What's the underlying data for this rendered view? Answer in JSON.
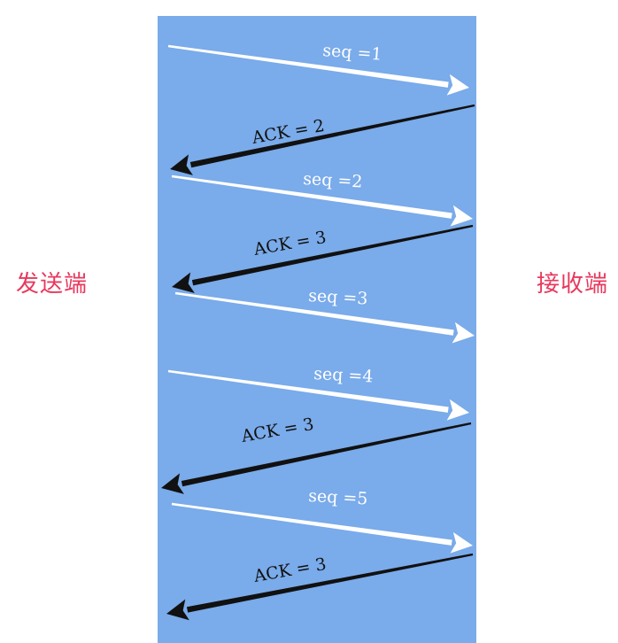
{
  "labels": {
    "sender": "发送端",
    "receiver": "接收端"
  },
  "colors": {
    "panel": "#7aabea",
    "data_arrow": "#ffffff",
    "ack_arrow": "#111111",
    "side_label": "#e8385d"
  },
  "messages": [
    {
      "kind": "data",
      "label": "seq =1"
    },
    {
      "kind": "ack",
      "label": "ACK = 2"
    },
    {
      "kind": "data",
      "label": "seq =2"
    },
    {
      "kind": "ack",
      "label": "ACK = 3"
    },
    {
      "kind": "data",
      "label": "seq =3"
    },
    {
      "kind": "data",
      "label": "seq =4"
    },
    {
      "kind": "ack",
      "label": "ACK = 3"
    },
    {
      "kind": "data",
      "label": "seq =5"
    },
    {
      "kind": "ack",
      "label": "ACK = 3"
    }
  ]
}
